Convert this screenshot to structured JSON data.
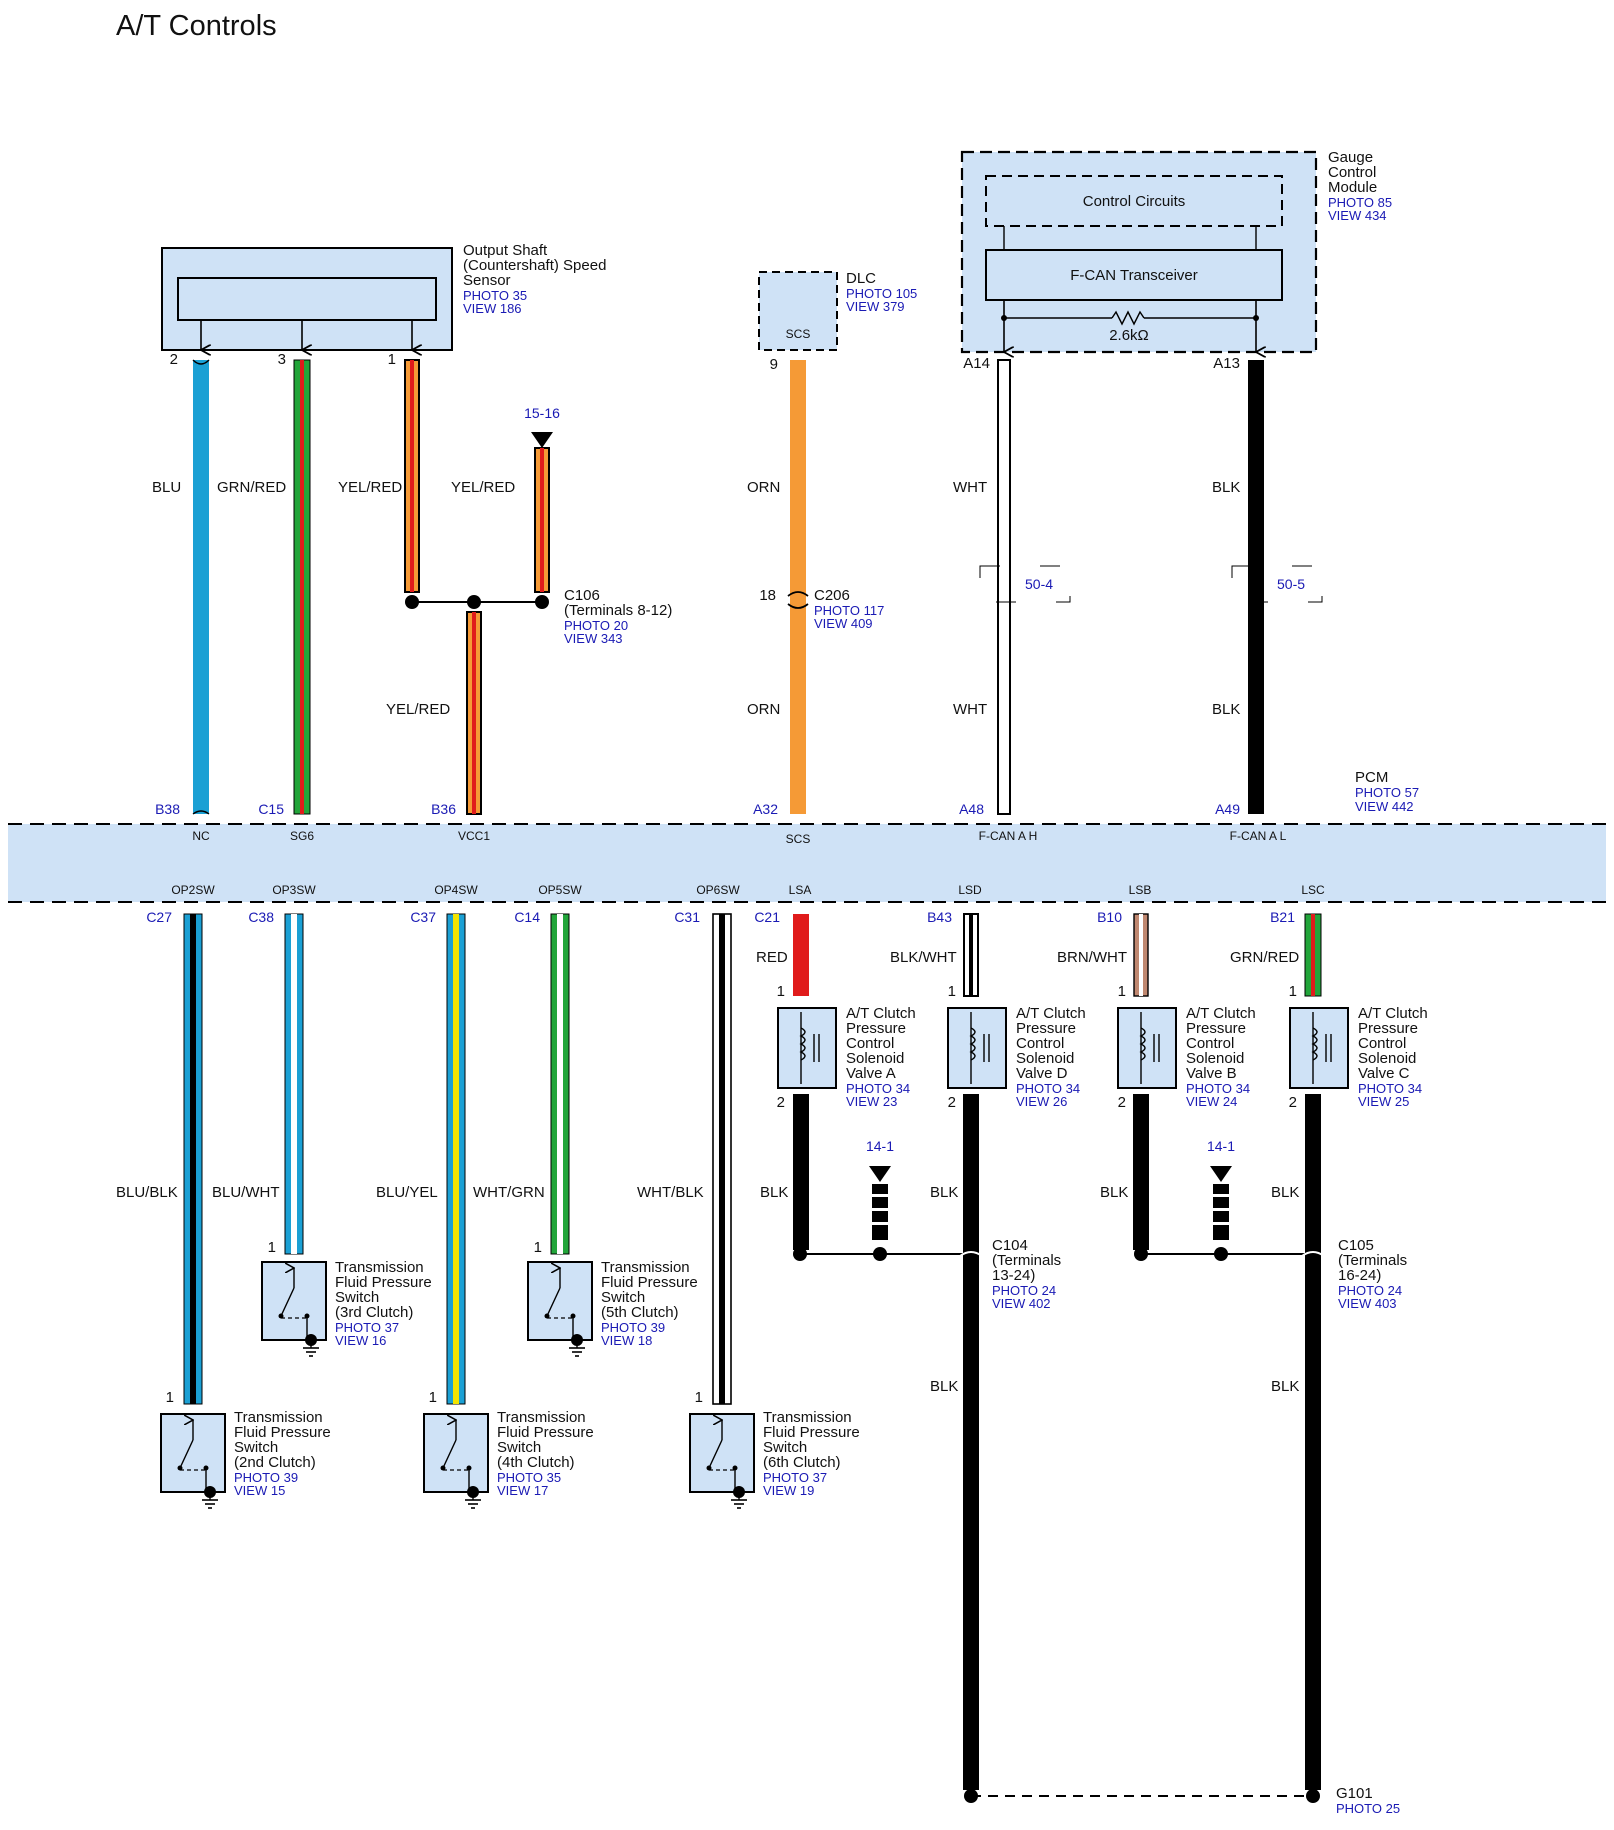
{
  "title": "A/T Controls",
  "colors": {
    "fill": "#cfe2f6",
    "link": "#1a1ab4",
    "BLU": "#1ba0d4",
    "GRN": "#22a53a",
    "RED": "#e01b1b",
    "YEL": "#f2e400",
    "ORN": "#f59a36",
    "BRN": "#c08870",
    "BLK": "#000000",
    "WHT": "#ffffff"
  },
  "modules": {
    "speed_sensor": {
      "lines": [
        "Output Shaft",
        "(Countershaft) Speed",
        "Sensor"
      ],
      "photo": "PHOTO 35",
      "view": "VIEW 186"
    },
    "dlc": {
      "name": "DLC",
      "photo": "PHOTO 105",
      "view": "VIEW 379",
      "pin_label": "SCS"
    },
    "gcm": {
      "lines": [
        "Gauge",
        "Control",
        "Module"
      ],
      "photo": "PHOTO 85",
      "view": "VIEW 434",
      "control": "Control Circuits",
      "transceiver": "F-CAN Transceiver",
      "resistor": "2.6kΩ"
    },
    "pcm": {
      "name": "PCM",
      "photo": "PHOTO 57",
      "view": "VIEW 442"
    }
  },
  "top_wires": [
    {
      "id": "blu",
      "pin": "2",
      "color_label": "BLU",
      "pcm_pin": "B38",
      "sig": "NC"
    },
    {
      "id": "grnred",
      "pin": "3",
      "color_label": "GRN/RED",
      "pcm_pin": "C15",
      "sig": "SG6"
    },
    {
      "id": "yelred1",
      "pin": "1",
      "color_label": "YEL/RED"
    },
    {
      "id": "yelred2",
      "color_label": "YEL/RED",
      "ref": "15-16"
    },
    {
      "id": "yelred3",
      "color_label": "YEL/RED",
      "pcm_pin": "B36",
      "sig": "VCC1"
    },
    {
      "id": "orn",
      "pin": "9",
      "color_label": "ORN",
      "color_label2": "ORN",
      "inline_pin": "18",
      "pcm_pin": "A32",
      "sig": "SCS"
    },
    {
      "id": "wht",
      "pin": "A14",
      "color_label": "WHT",
      "color_label2": "WHT",
      "ref": "50-4",
      "pcm_pin": "A48",
      "sig": "F-CAN A H"
    },
    {
      "id": "blk",
      "pin": "A13",
      "color_label": "BLK",
      "color_label2": "BLK",
      "ref": "50-5",
      "pcm_pin": "A49",
      "sig": "F-CAN A L"
    }
  ],
  "connectors": {
    "c106": {
      "name": "C106",
      "terms": "(Terminals 8-12)",
      "photo": "PHOTO 20",
      "view": "VIEW 343"
    },
    "c206": {
      "name": "C206",
      "photo": "PHOTO 117",
      "view": "VIEW 409"
    },
    "c104": {
      "name": "C104",
      "terms": [
        "(Terminals",
        "13-24)"
      ],
      "photo": "PHOTO 24",
      "view": "VIEW 402"
    },
    "c105": {
      "name": "C105",
      "terms": [
        "(Terminals",
        "16-24)"
      ],
      "photo": "PHOTO 24",
      "view": "VIEW 403"
    },
    "g101": {
      "name": "G101",
      "photo": "PHOTO 25"
    }
  },
  "bottom_wires": [
    {
      "sig": "OP2SW",
      "pcm_pin": "C27",
      "color_label": "BLU/BLK"
    },
    {
      "sig": "OP3SW",
      "pcm_pin": "C38",
      "color_label": "BLU/WHT"
    },
    {
      "sig": "OP4SW",
      "pcm_pin": "C37",
      "color_label": "BLU/YEL"
    },
    {
      "sig": "OP5SW",
      "pcm_pin": "C14",
      "color_label": "WHT/GRN"
    },
    {
      "sig": "OP6SW",
      "pcm_pin": "C31",
      "color_label": "WHT/BLK"
    },
    {
      "sig": "LSA",
      "pcm_pin": "C21",
      "color_label": "RED",
      "ground_label": "BLK"
    },
    {
      "sig": "LSD",
      "pcm_pin": "B43",
      "color_label": "BLK/WHT",
      "ground_label": "BLK",
      "ground_label2": "BLK"
    },
    {
      "sig": "LSB",
      "pcm_pin": "B10",
      "color_label": "BRN/WHT",
      "ground_label": "BLK"
    },
    {
      "sig": "LSC",
      "pcm_pin": "B21",
      "color_label": "GRN/RED",
      "ground_label": "BLK",
      "ground_label2": "BLK"
    }
  ],
  "switches": [
    {
      "lines": [
        "Transmission",
        "Fluid Pressure",
        "Switch",
        "(2nd Clutch)"
      ],
      "photo": "PHOTO 39",
      "view": "VIEW 15",
      "pin": "1"
    },
    {
      "lines": [
        "Transmission",
        "Fluid Pressure",
        "Switch",
        "(3rd Clutch)"
      ],
      "photo": "PHOTO 37",
      "view": "VIEW 16",
      "pin": "1"
    },
    {
      "lines": [
        "Transmission",
        "Fluid Pressure",
        "Switch",
        "(4th Clutch)"
      ],
      "photo": "PHOTO 35",
      "view": "VIEW 17",
      "pin": "1"
    },
    {
      "lines": [
        "Transmission",
        "Fluid Pressure",
        "Switch",
        "(5th Clutch)"
      ],
      "photo": "PHOTO 39",
      "view": "VIEW 18",
      "pin": "1"
    },
    {
      "lines": [
        "Transmission",
        "Fluid Pressure",
        "Switch",
        "(6th Clutch)"
      ],
      "photo": "PHOTO 37",
      "view": "VIEW 19",
      "pin": "1"
    }
  ],
  "solenoids": [
    {
      "lines": [
        "A/T Clutch",
        "Pressure",
        "Control",
        "Solenoid",
        "Valve A"
      ],
      "photo": "PHOTO 34",
      "view": "VIEW 23",
      "pin_top": "1",
      "pin_bot": "2"
    },
    {
      "lines": [
        "A/T Clutch",
        "Pressure",
        "Control",
        "Solenoid",
        "Valve D"
      ],
      "photo": "PHOTO 34",
      "view": "VIEW 26",
      "pin_top": "1",
      "pin_bot": "2"
    },
    {
      "lines": [
        "A/T Clutch",
        "Pressure",
        "Control",
        "Solenoid",
        "Valve B"
      ],
      "photo": "PHOTO 34",
      "view": "VIEW 24",
      "pin_top": "1",
      "pin_bot": "2"
    },
    {
      "lines": [
        "A/T Clutch",
        "Pressure",
        "Control",
        "Solenoid",
        "Valve C"
      ],
      "photo": "PHOTO 34",
      "view": "VIEW 25",
      "pin_top": "1",
      "pin_bot": "2"
    }
  ],
  "ground_refs": [
    "14-1",
    "14-1"
  ]
}
